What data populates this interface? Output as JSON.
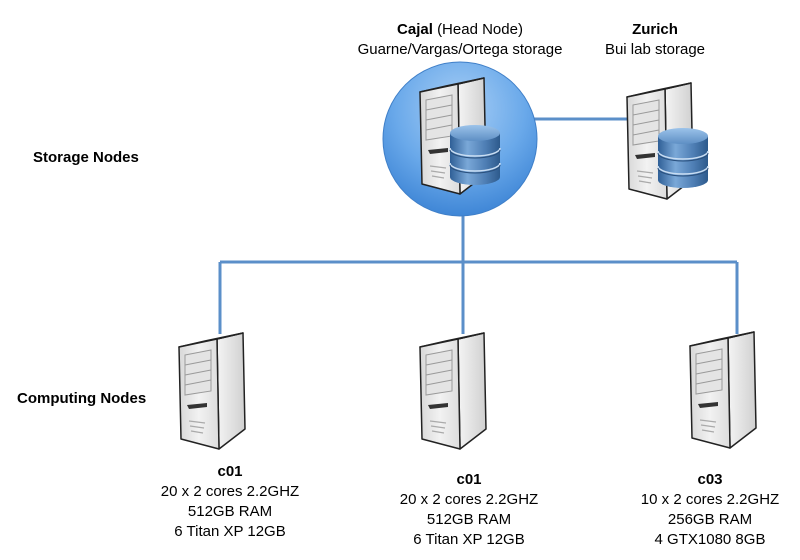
{
  "tiers": {
    "storage_label": "Storage Nodes",
    "computing_label": "Computing Nodes"
  },
  "head_node": {
    "name": "Cajal",
    "role": "(Head Node)",
    "description": "Guarne/Vargas/Ortega storage"
  },
  "storage_node": {
    "name": "Zurich",
    "description": "Bui lab storage"
  },
  "compute_nodes": [
    {
      "name": "c01",
      "cpu": "20 x 2 cores 2.2GHZ",
      "ram": "512GB RAM",
      "gpu": "6 Titan XP 12GB"
    },
    {
      "name": "c01",
      "cpu": "20 x 2 cores 2.2GHZ",
      "ram": "512GB RAM",
      "gpu": "6 Titan XP 12GB"
    },
    {
      "name": "c03",
      "cpu": "10 x 2 cores 2.2GHZ",
      "ram": "256GB RAM",
      "gpu": "4 GTX1080 8GB"
    }
  ],
  "colors": {
    "link": "#5b8fc9",
    "head_circle": "#4a90e2",
    "server_body": "#e6e6e6",
    "database": "#4f7fb5"
  }
}
